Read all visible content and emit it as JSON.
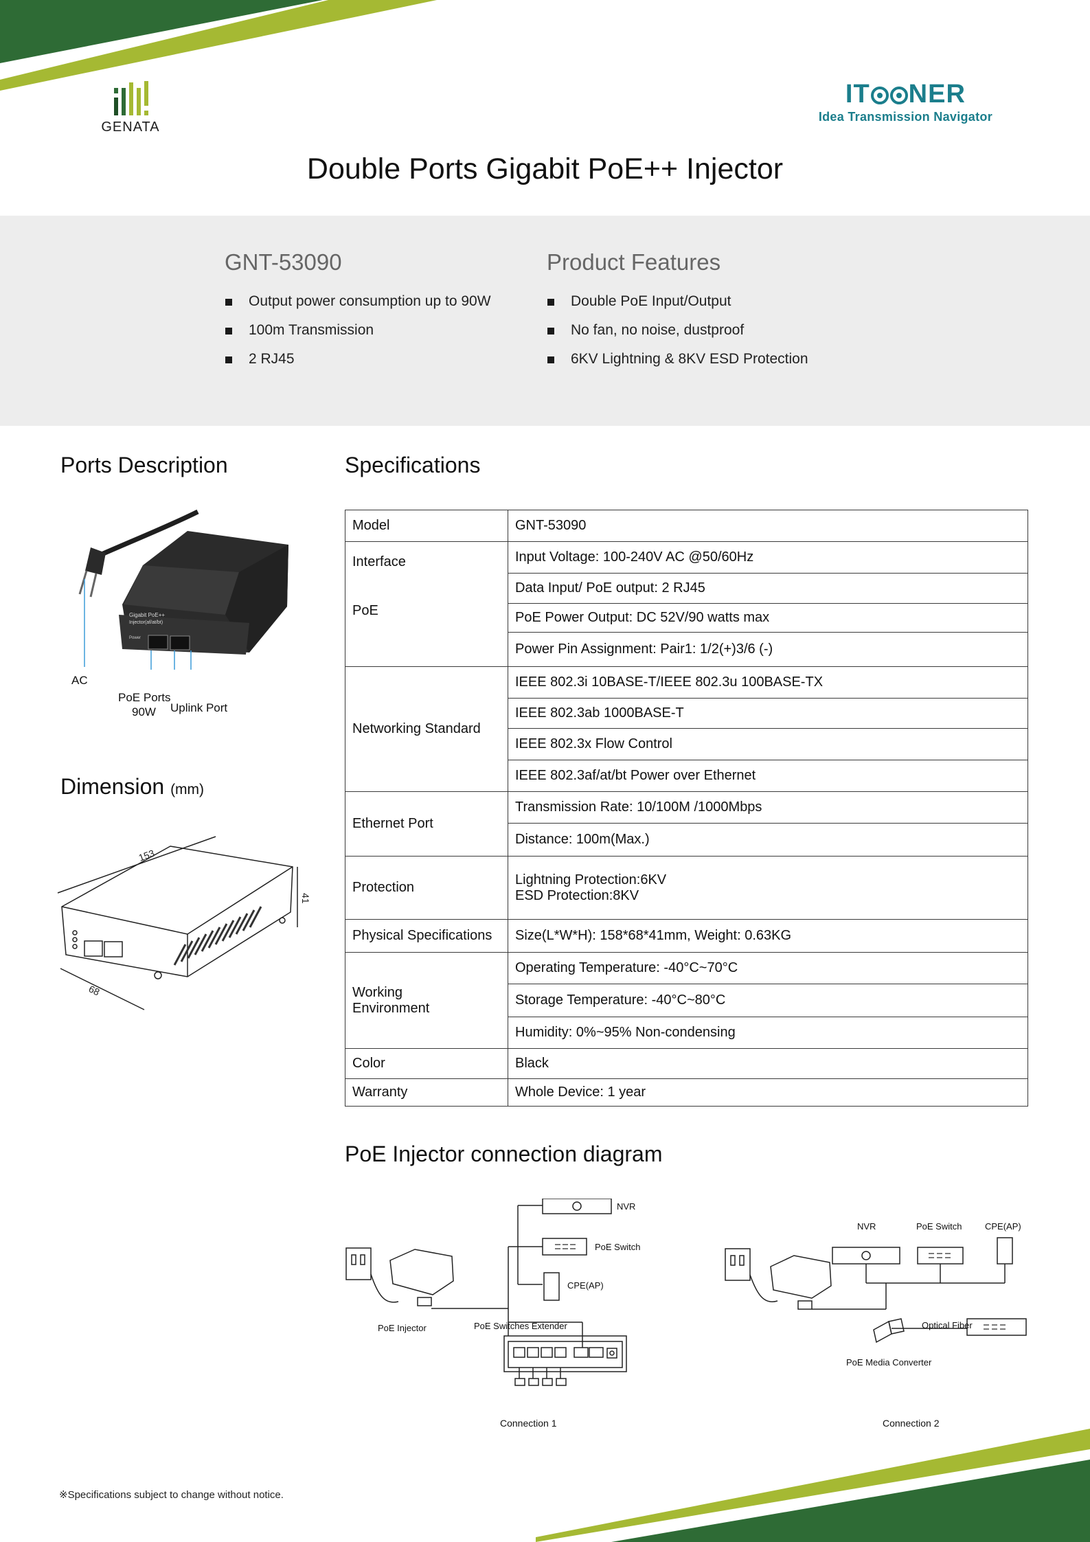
{
  "colors": {
    "dark_green": "#2e6b35",
    "light_green": "#a5b933",
    "brand_teal": "#1b7e8c",
    "band_grey": "#ededed"
  },
  "header": {
    "left_logo": {
      "name": "GENATA"
    },
    "right_logo": {
      "name_pre": "IT",
      "name_post": "NER",
      "tagline": "Idea Transmission Navigator"
    },
    "title": "Double Ports Gigabit PoE++ Injector"
  },
  "summary": {
    "model": "GNT-53090",
    "model_points": [
      "Output power consumption up to 90W",
      "100m Transmission",
      "2 RJ45"
    ],
    "features_title": "Product Features",
    "features": [
      "Double PoE Input/Output",
      "No fan, no noise, dustproof",
      "6KV Lightning & 8KV ESD Protection"
    ]
  },
  "ports": {
    "title": "Ports Description",
    "label_ac": "AC",
    "label_poe_ports": "PoE Ports",
    "label_poe_power": "90W",
    "label_uplink": "Uplink Port",
    "device_text": [
      "Gigabit PoE++",
      "Injector(af/at/bt)",
      "Power"
    ]
  },
  "dimension": {
    "title": "Dimension",
    "unit": "(mm)",
    "length": "153",
    "width": "68",
    "height": "41"
  },
  "specs": {
    "title": "Specifications",
    "model_label": "Model",
    "model_value": "GNT-53090",
    "interface_label": "Interface",
    "poe_label": "PoE",
    "input_voltage": "Input Voltage: 100-240V AC @50/60Hz",
    "data_io": "Data Input/ PoE output: 2 RJ45",
    "poe_power": "PoE Power Output: DC 52V/90 watts max",
    "power_pin": "Power Pin Assignment: Pair1: 1/2(+)3/6 (-)",
    "networking_label": "Networking Standard",
    "std1": "IEEE 802.3i 10BASE-T/IEEE 802.3u 100BASE-TX",
    "std2": "IEEE 802.3ab 1000BASE-T",
    "std3": "IEEE 802.3x Flow Control",
    "std4": "IEEE 802.3af/at/bt Power over Ethernet",
    "ethernet_label": "Ethernet Port",
    "rate": "Transmission Rate: 10/100M /1000Mbps",
    "distance": "Distance: 100m(Max.)",
    "protection_label": "Protection",
    "lightning": "Lightning Protection:6KV",
    "esd": "ESD Protection:8KV",
    "physical_label": "Physical Specifications",
    "physical_value": "Size(L*W*H): 158*68*41mm, Weight: 0.63KG",
    "env_label_1": "Working",
    "env_label_2": "Environment",
    "op_temp": "Operating Temperature: -40°C~70°C",
    "st_temp": "Storage Temperature: -40°C~80°C",
    "humidity": "Humidity: 0%~95% Non-condensing",
    "color_label": "Color",
    "color_value": "Black",
    "warranty_label": "Warranty",
    "warranty_value": "Whole Device: 1 year"
  },
  "connection": {
    "title": "PoE Injector connection diagram",
    "c1": {
      "nvr": "NVR",
      "poe_switch": "PoE Switch",
      "cpe": "CPE(AP)",
      "injector": "PoE Injector",
      "extender": "PoE Switches Extender",
      "caption": "Connection 1"
    },
    "c2": {
      "nvr": "NVR",
      "poe_switch": "PoE Switch",
      "cpe": "CPE(AP)",
      "optical": "Optical Fiber",
      "converter": "PoE Media Converter",
      "caption": "Connection 2"
    }
  },
  "footer": {
    "note": "※Specifications subject to change without notice."
  }
}
